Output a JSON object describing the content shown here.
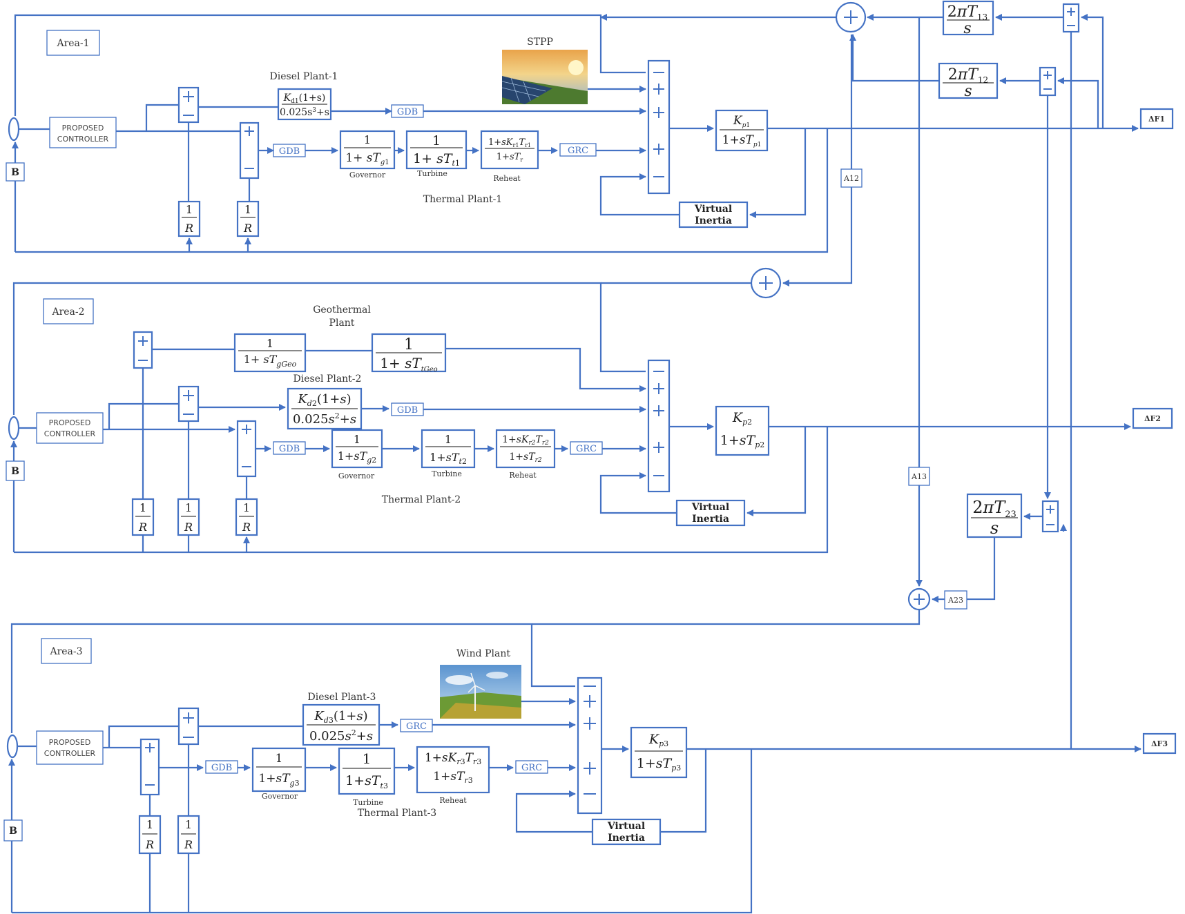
{
  "areas": [
    "Area-1",
    "Area-2",
    "Area-3"
  ],
  "plants": {
    "stpp": "STPP",
    "diesel1": "Diesel Plant-1",
    "diesel2": "Diesel Plant-2",
    "diesel3": "Diesel Plant-3",
    "geothermal_line1": "Geothermal",
    "geothermal_line2": "Plant",
    "thermal1": "Thermal Plant-1",
    "thermal2": "Thermal Plant-2",
    "thermal3": "Thermal Plant-3",
    "wind": "Wind Plant"
  },
  "blocks": {
    "controller_line1": "PROPOSED",
    "controller_line2": "CONTROLLER",
    "bias": "B",
    "droop_num": "1",
    "droop_den": "R",
    "gdb": "GDB",
    "grc": "GRC",
    "governor": "Governor",
    "turbine": "Turbine",
    "reheat": "Reheat",
    "virtual_inertia_line1": "Virtual",
    "virtual_inertia_line2": "Inertia"
  },
  "tie_line": {
    "t12": "2πT12 / s",
    "t13": "2πT13 / s",
    "t23": "2πT23 / s",
    "a12": "A12",
    "a13": "A13",
    "a23": "A23"
  },
  "outputs": [
    "ΔF1",
    "ΔF2",
    "ΔF3"
  ],
  "colors": {
    "line": "#4472c4",
    "text": "#1f1f1f"
  },
  "icons": [
    "solar-panel-photo",
    "wind-turbine-photo"
  ]
}
